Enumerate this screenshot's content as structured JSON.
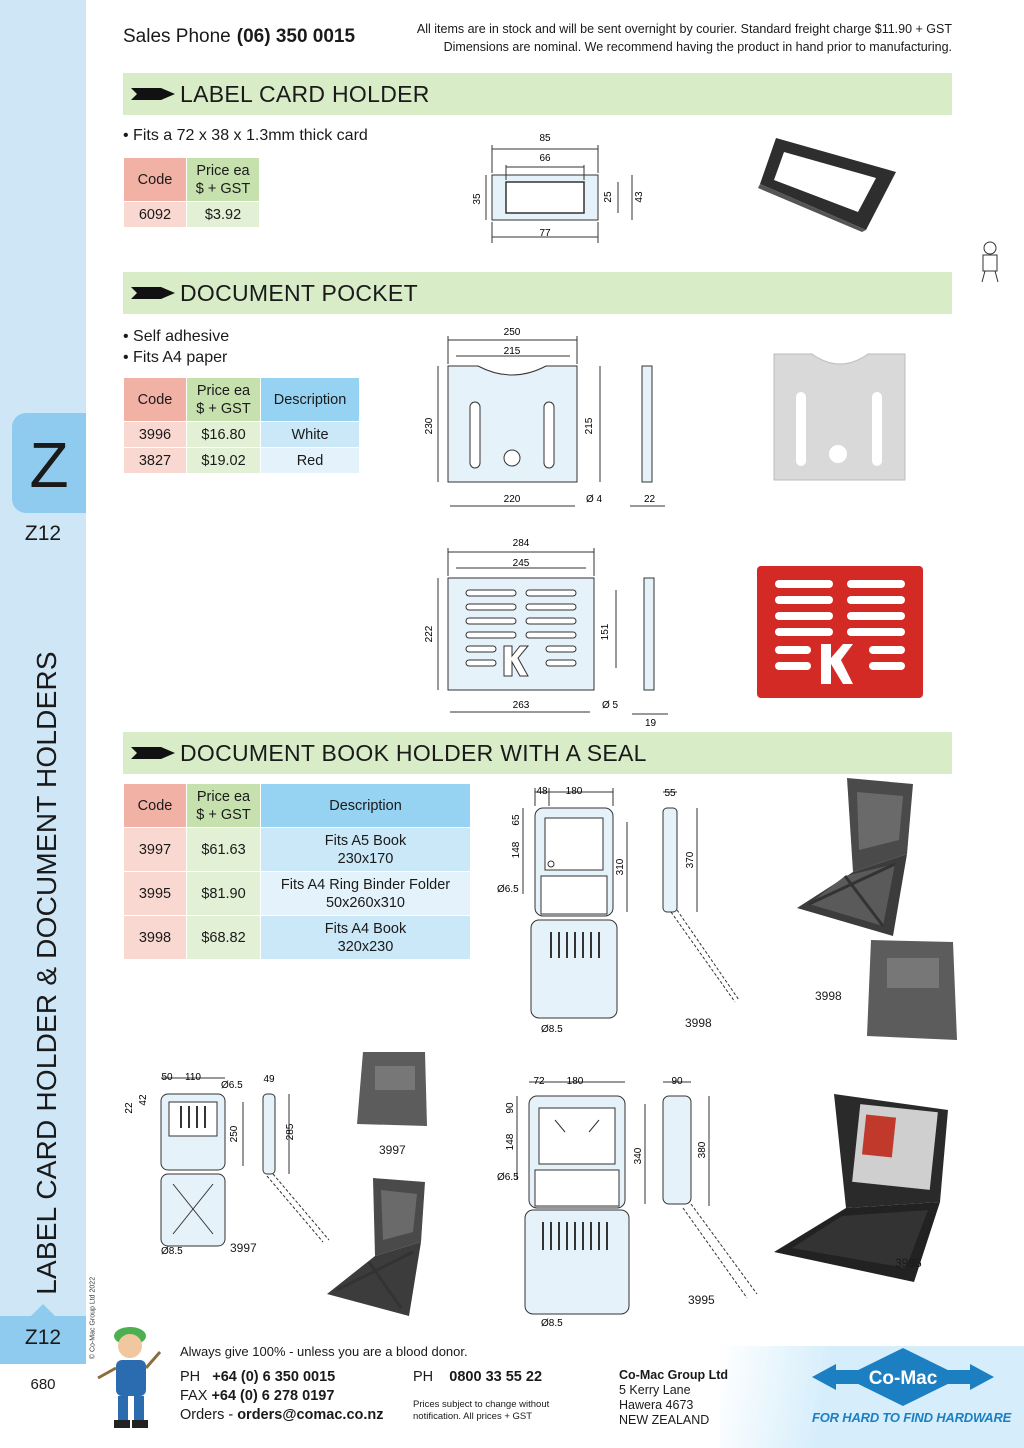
{
  "header": {
    "sales_label": "Sales Phone",
    "sales_phone": "(06) 350 0015",
    "notice_line1": "All items are in stock and will be sent overnight by courier. Standard freight charge $11.90 + GST",
    "notice_line2": "Dimensions are nominal. We recommend having the product in hand prior to manufacturing."
  },
  "rail": {
    "letter": "Z",
    "section": "Z12",
    "vertical_title": "LABEL CARD HOLDER & DOCUMENT HOLDERS",
    "copyright": "© Co-Mac Group Ltd 2022",
    "footer_section": "Z12",
    "page_number": "680"
  },
  "label_card_holder": {
    "title": "LABEL CARD HOLDER",
    "bullets": [
      "• Fits a 72 x 38 x 1.3mm thick card"
    ],
    "headers": {
      "code": "Code",
      "price_l1": "Price ea",
      "price_l2": "$ + GST"
    },
    "rows": [
      {
        "code": "6092",
        "price": "$3.92"
      }
    ],
    "dims": {
      "w_outer": "85",
      "w_inner": "66",
      "h_left": "35",
      "h_inner": "25",
      "h_outer": "43",
      "w_bottom": "77"
    }
  },
  "document_pocket": {
    "title": "DOCUMENT POCKET",
    "bullets": [
      "• Self adhesive",
      "• Fits A4 paper"
    ],
    "headers": {
      "code": "Code",
      "price_l1": "Price ea",
      "price_l2": "$ + GST",
      "desc": "Description"
    },
    "rows": [
      {
        "code": "3996",
        "price": "$16.80",
        "desc": "White"
      },
      {
        "code": "3827",
        "price": "$19.02",
        "desc": "Red"
      }
    ],
    "dims_white": {
      "w_outer": "250",
      "w_inner": "215",
      "h_left": "230",
      "h_right": "215",
      "w_bottom": "220",
      "hole": "Ø 4",
      "depth": "22"
    },
    "dims_red": {
      "w_outer": "284",
      "w_inner": "245",
      "h_left": "222",
      "h_right": "151",
      "w_bottom": "263",
      "hole": "Ø 5",
      "depth": "19"
    }
  },
  "book_holder": {
    "title": "DOCUMENT BOOK HOLDER WITH A SEAL",
    "headers": {
      "code": "Code",
      "price_l1": "Price ea",
      "price_l2": "$ + GST",
      "desc": "Description"
    },
    "rows": [
      {
        "code": "3997",
        "price": "$61.63",
        "desc_l1": "Fits A5 Book",
        "desc_l2": "230x170"
      },
      {
        "code": "3995",
        "price": "$81.90",
        "desc_l1": "Fits A4 Ring Binder Folder",
        "desc_l2": "50x260x310"
      },
      {
        "code": "3998",
        "price": "$68.82",
        "desc_l1": "Fits A4 Book",
        "desc_l2": "320x230"
      }
    ],
    "d3998": {
      "a": "48",
      "b": "180",
      "c": "65",
      "d": "148",
      "e": "310",
      "f": "55",
      "g": "370",
      "hole_top": "Ø6.5",
      "hole_bot": "Ø8.5",
      "label": "3998",
      "photo_label": "3998"
    },
    "d3997": {
      "a": "50",
      "b": "110",
      "hole_top": "Ø6.5",
      "c": "42",
      "c2": "22",
      "e": "250",
      "f": "49",
      "g": "285",
      "hole_bot": "Ø8.5",
      "label": "3997",
      "photo_label": "3997"
    },
    "d3995": {
      "a": "72",
      "b": "180",
      "c": "90",
      "d": "148",
      "e": "340",
      "f": "90",
      "g": "380",
      "hole_top": "Ø6.5",
      "hole_bot": "Ø8.5",
      "label": "3995",
      "photo_label": "3995"
    }
  },
  "footer": {
    "slogan": "Always give 100% - unless you are a blood donor.",
    "ph_label": "PH",
    "ph": "+64 (0) 6 350 0015",
    "fax_label": "FAX",
    "fax": "+64 (0) 6 278 0197",
    "orders_label": "Orders -",
    "orders": "orders@comac.co.nz",
    "ph2_label": "PH",
    "ph2": "0800 33 55 22",
    "small_l1": "Prices subject to change without",
    "small_l2": "notification. All prices + GST",
    "company": "Co-Mac Group Ltd",
    "addr1": "5 Kerry Lane",
    "addr2": "Hawera 4673",
    "addr3": "NEW ZEALAND",
    "logo": "Co-Mac",
    "tagline": "FOR HARD TO FIND HARDWARE"
  }
}
